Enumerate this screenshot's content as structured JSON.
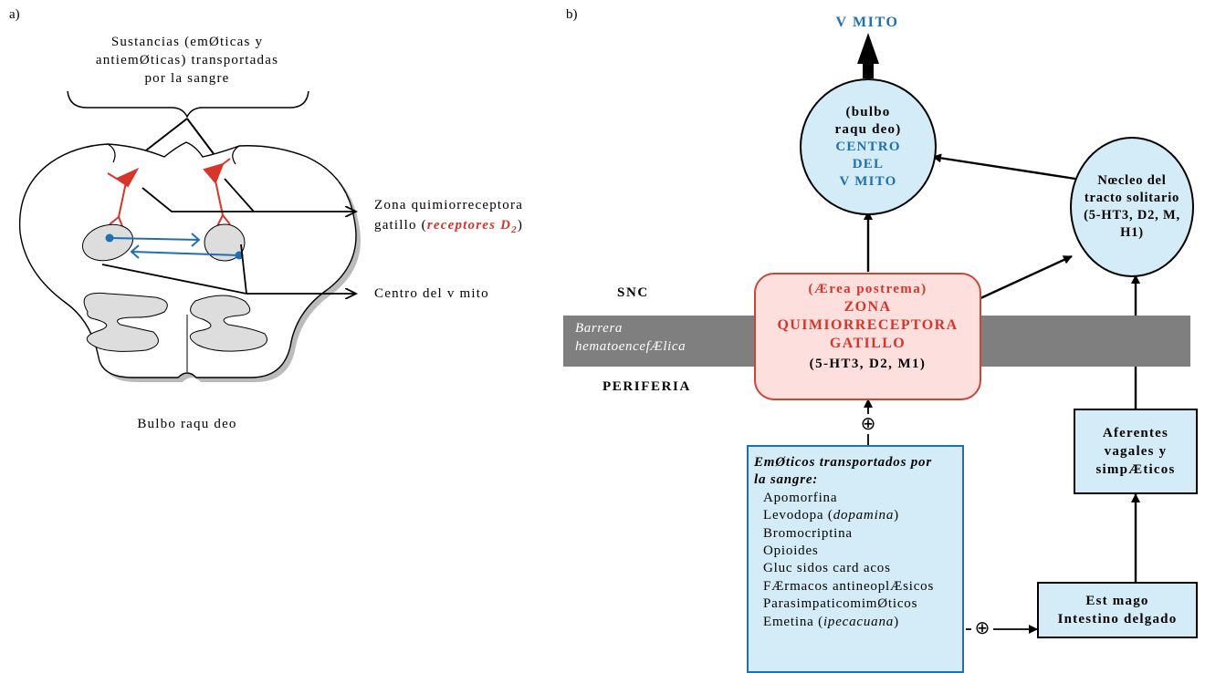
{
  "panel_a": {
    "label": "a)",
    "substances": [
      "Sustancias (emØticas y",
      "antiemØticas) transportadas",
      "por la sangre"
    ],
    "zone_label": [
      "Zona quimiorreceptora",
      "gatillo ("
    ],
    "zone_receptors": "receptores D",
    "zone_receptors_sub": "2",
    "zone_close": ")",
    "vomit_center": "Centro del v mito",
    "bulbo": "Bulbo raqu deo"
  },
  "panel_b": {
    "label": "b)",
    "vomito_top": "V  MITO",
    "center": {
      "line1": "(bulbo",
      "line2": "raqu deo)",
      "line3": "CENTRO",
      "line4": "DEL",
      "line5": "V  MITO"
    },
    "nucleus": {
      "line1": "Nœcleo del",
      "line2": "tracto solitario",
      "line3": "(5-HT3, D2, M,",
      "line4": "H1)"
    },
    "snc": "SNC",
    "barrier": [
      "Barrera",
      "hematoencefÆlica"
    ],
    "periferia": "PERIFERIA",
    "ztq": {
      "line1": "(Ærea postrema)",
      "line2": "ZONA",
      "line3": "QUIMIORRECEPTORA",
      "line4": "GATILLO",
      "line5": "(5-HT3, D2, M1)"
    },
    "plus1": "⊕",
    "plus2": "⊕",
    "emetics": {
      "title1": "EmØticos transportados por",
      "title2": "la sangre:",
      "items": [
        "Apomorfina",
        "Levodopa (",
        "Bromocriptina",
        "Opioides",
        "Gluc sidos card acos",
        "FÆrmacos antineoplÆsicos",
        "ParasimpaticomimØticos",
        "Emetina ("
      ],
      "levodopa_it": "dopamina",
      "emetina_it": "ipecacuana",
      "close": ")"
    },
    "afferents": [
      "Aferentes",
      "vagales y",
      "simpÆticos"
    ],
    "stomach": [
      "Est mago",
      "Intestino delgado"
    ]
  },
  "colors": {
    "blue": "#1f6fb2",
    "red": "#d8352a",
    "light_blue": "#d4ecf8",
    "grey": "#7f7f7f"
  }
}
